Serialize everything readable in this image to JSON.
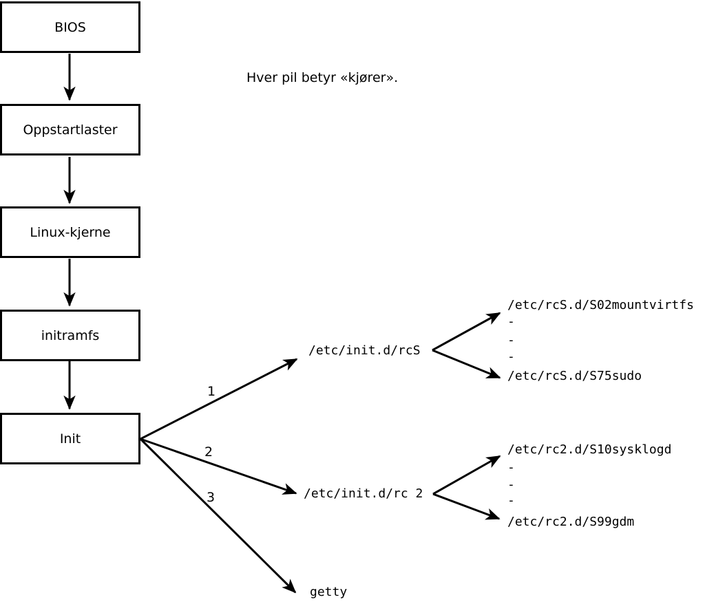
{
  "note": "Hver pil betyr «kjører».",
  "boxes": [
    {
      "label": "BIOS"
    },
    {
      "label": "Oppstartlaster"
    },
    {
      "label": "Linux-kjerne"
    },
    {
      "label": "initramfs"
    },
    {
      "label": "Init"
    }
  ],
  "branches": [
    {
      "number": "1",
      "target": "/etc/init.d/rcS",
      "children": [
        "/etc/rcS.d/S02mountvirtfs",
        "-",
        "-",
        "-",
        "/etc/rcS.d/S75sudo"
      ]
    },
    {
      "number": "2",
      "target": "/etc/init.d/rc 2",
      "children": [
        "/etc/rc2.d/S10sysklogd",
        "-",
        "-",
        "-",
        "/etc/rc2.d/S99gdm"
      ]
    },
    {
      "number": "3",
      "target": "getty"
    }
  ],
  "colors": {
    "line": "#000000",
    "box_fill": "#ffffff",
    "background": "#ffffff"
  }
}
